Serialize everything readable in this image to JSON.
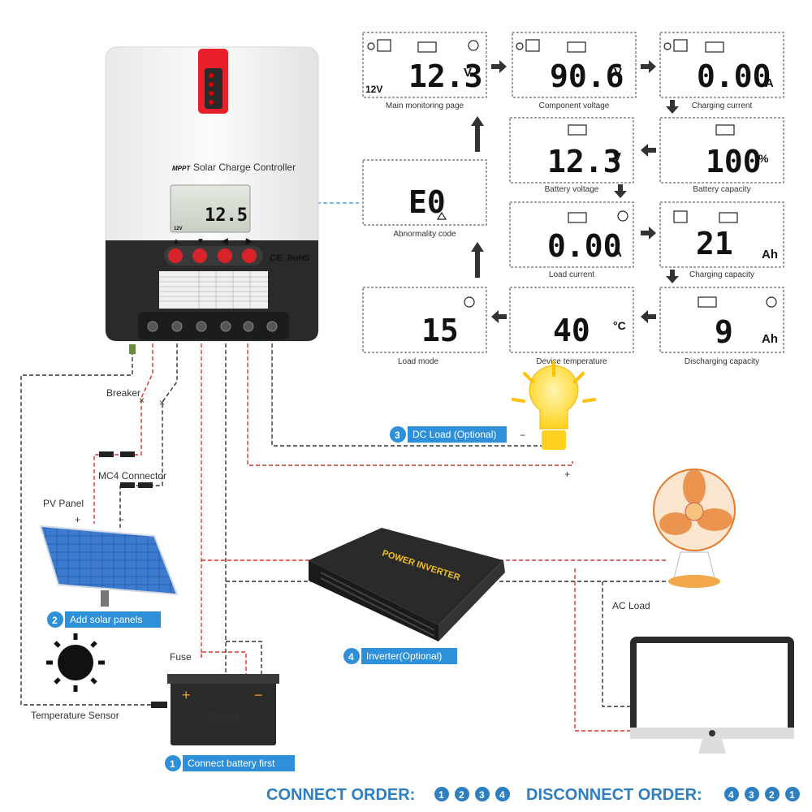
{
  "controller": {
    "brand": "MPPT",
    "subtitle": "Solar Charge Controller",
    "lcd_value": "12.5",
    "lcd_v12": "12V",
    "buttons": [
      "▲",
      "▼",
      "◀",
      "▶"
    ],
    "cert_ce": "CE",
    "cert_rohs": "RoHS"
  },
  "screens": [
    {
      "id": "main",
      "value": "12.3",
      "unit": "V",
      "caption": "Main monitoring page",
      "extra": "12V"
    },
    {
      "id": "component-voltage",
      "value": "90.6",
      "unit": "V",
      "caption": "Component voltage"
    },
    {
      "id": "charging-current",
      "value": "0.00",
      "unit": "A",
      "caption": "Charging current"
    },
    {
      "id": "battery-voltage",
      "value": "12.3",
      "unit": "V",
      "caption": "Battery voltage"
    },
    {
      "id": "battery-capacity",
      "value": "100",
      "unit": "%",
      "caption": "Battery capacity"
    },
    {
      "id": "abnormality-code",
      "value": "E0",
      "unit": "",
      "caption": "Abnormality code"
    },
    {
      "id": "load-current",
      "value": "0.00",
      "unit": "A",
      "caption": "Load current"
    },
    {
      "id": "charging-capacity",
      "value": "21",
      "unit": "Ah",
      "caption": "Charging capacity"
    },
    {
      "id": "load-mode",
      "value": "15",
      "unit": "",
      "caption": "Load mode"
    },
    {
      "id": "device-temperature",
      "value": "40",
      "unit": "°C",
      "caption": "Device temperature"
    },
    {
      "id": "discharging-capacity",
      "value": "9",
      "unit": "Ah",
      "caption": "Discharging capacity"
    }
  ],
  "labels": {
    "breaker": "Breaker",
    "mc4": "MC4 Connector",
    "pv_panel": "PV Panel",
    "plus": "+",
    "minus": "−",
    "fuse": "Fuse",
    "battery": "Battery",
    "temperature_sensor": "Temperature Sensor",
    "ac_load": "AC Load",
    "inverter_brand": "POWER INVERTER"
  },
  "steps": [
    {
      "num": "1",
      "label": "Connect battery first"
    },
    {
      "num": "2",
      "label": "Add solar panels"
    },
    {
      "num": "3",
      "label": "DC Load (Optional)"
    },
    {
      "num": "4",
      "label": "Inverter(Optional)"
    }
  ],
  "order": {
    "connect_label": "CONNECT ORDER:",
    "connect_seq": [
      "1",
      "2",
      "3",
      "4"
    ],
    "disconnect_label": "DISCONNECT ORDER:",
    "disconnect_seq": [
      "4",
      "3",
      "2",
      "1"
    ]
  },
  "colors": {
    "accent_blue": "#2e7fc1",
    "wire_red": "#e0302a",
    "wire_black": "#333333",
    "controller_red": "#e8202a"
  }
}
